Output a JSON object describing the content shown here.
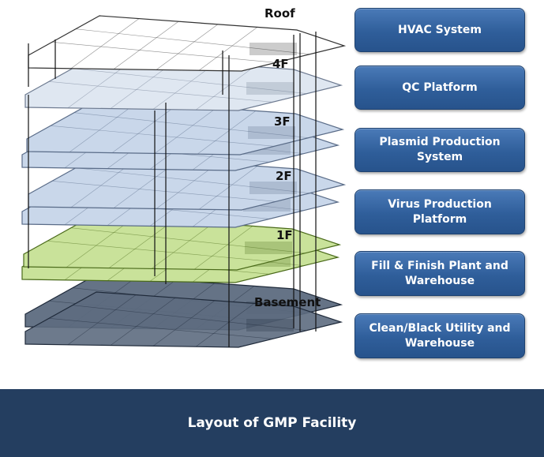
{
  "floors": [
    {
      "label": "Roof",
      "button": "HVAC System"
    },
    {
      "label": "4F",
      "button": "QC Platform"
    },
    {
      "label": "3F",
      "button": "Plasmid Production\nSystem"
    },
    {
      "label": "2F",
      "button": "Virus Production\nPlatform"
    },
    {
      "label": "1F",
      "button": "Fill & Finish Plant and\nWarehouse"
    },
    {
      "label": "Basement",
      "button": "Clean/Black Utility and\nWarehouse"
    }
  ],
  "footer_title": "Layout of GMP Facility",
  "colors": {
    "button": "#2f5e9a",
    "footer": "#243e60",
    "roof_plate": "#ffffff",
    "upper_plate": "#dfe7f1",
    "mid_plate": "#c9d7ea",
    "first_floor_plate": "#c9e29a",
    "basement_plate": "#5d6b80"
  }
}
